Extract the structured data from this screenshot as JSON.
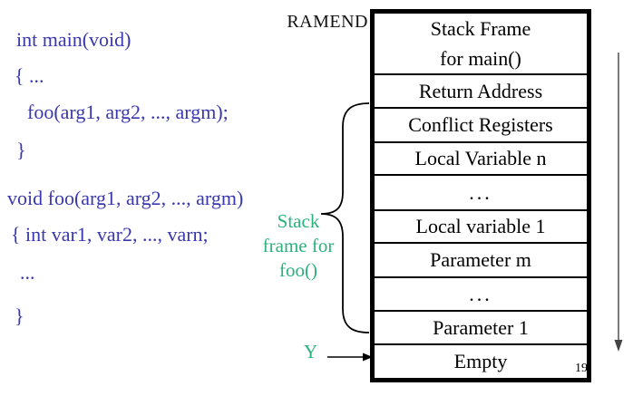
{
  "slide": {
    "page_number": "19",
    "colors": {
      "code_blue": "#3a38ae",
      "accent_green": "#2bb27c",
      "table_border_black": "#000000",
      "growth_arrow_gray": "#454545"
    }
  },
  "code": {
    "lines": [
      "int main(void)",
      "{ ...",
      "foo(arg1, arg2, ..., argm);",
      "}",
      "void foo(arg1, arg2, ..., argm)",
      "{ int var1, var2, ..., varn;",
      "...",
      "}"
    ]
  },
  "labels": {
    "ramend": "RAMEND",
    "foo_frame": [
      "Stack",
      "frame for",
      "foo()"
    ],
    "y_pointer": "Y"
  },
  "memory_table": {
    "header": {
      "line1": "Stack Frame",
      "line2": "for main()"
    },
    "rows": [
      "Return Address",
      "Conflict Registers",
      "Local Variable n",
      "...",
      "Local variable 1",
      "Parameter m",
      "...",
      "Parameter 1",
      "Empty"
    ]
  }
}
